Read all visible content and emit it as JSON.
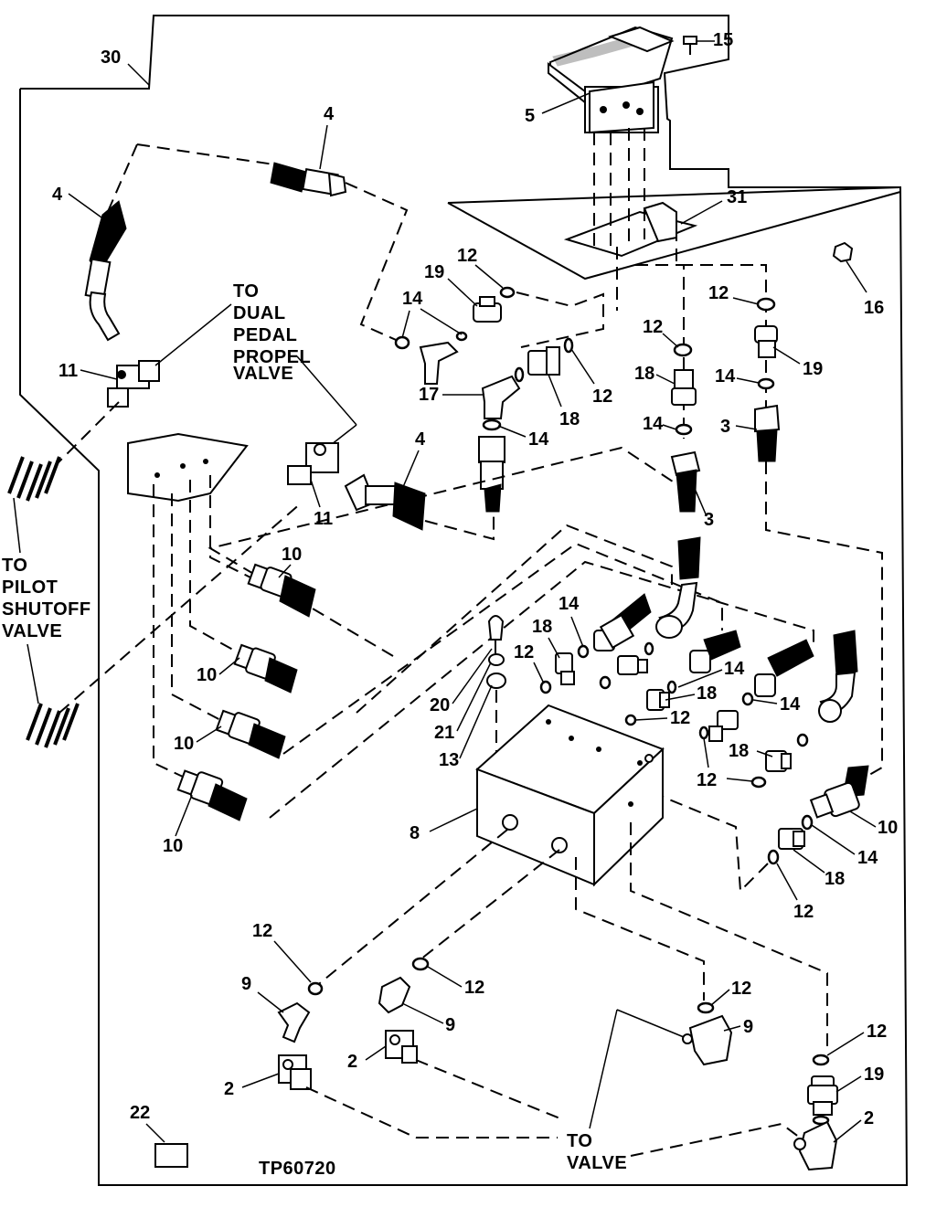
{
  "figure_id": "TP60720",
  "callouts": {
    "c30": "30",
    "c4a": "4",
    "c4b": "4",
    "c4c": "4",
    "c15": "15",
    "c5": "5",
    "c31": "31",
    "c16": "16",
    "c12a": "12",
    "c19a": "19",
    "c14a": "14",
    "c12b": "12",
    "c12c": "12",
    "c19b": "19",
    "c14b": "14",
    "c17": "17",
    "c18a": "18",
    "c12d": "12",
    "c14c": "14",
    "c18b": "18",
    "c14d": "14",
    "c3a": "3",
    "c3b": "3",
    "c11a": "11",
    "c11b": "11",
    "c10a": "10",
    "c10b": "10",
    "c10c": "10",
    "c10d": "10",
    "c10e": "10",
    "c14e": "14",
    "c18c": "18",
    "c12e": "12",
    "c20": "20",
    "c21": "21",
    "c13": "13",
    "c14f": "14",
    "c18d": "18",
    "c12f": "12",
    "c14g": "14",
    "c18e": "18",
    "c12g": "12",
    "c14h": "14",
    "c18f": "18",
    "c12h": "12",
    "c8": "8",
    "c12i": "12",
    "c12j": "12",
    "c9a": "9",
    "c9b": "9",
    "c12k": "12",
    "c9c": "9",
    "c2a": "2",
    "c2b": "2",
    "c12l": "12",
    "c19c": "19",
    "c2c": "2",
    "c22": "22"
  },
  "notes": {
    "dual_pedal": [
      "TO",
      "DUAL",
      "PEDAL",
      "PROPEL",
      "VALVE"
    ],
    "pilot_shutoff": [
      "TO",
      "PILOT",
      "SHUTOFF",
      "VALVE"
    ],
    "to_valve": [
      "TO",
      "VALVE"
    ]
  },
  "icons": [
    "pedal-icon",
    "valve-block-icon",
    "hose-icon",
    "fitting-icon",
    "o-ring-icon",
    "tee-fitting-icon",
    "elbow-fitting-icon",
    "break-mark-icon"
  ]
}
